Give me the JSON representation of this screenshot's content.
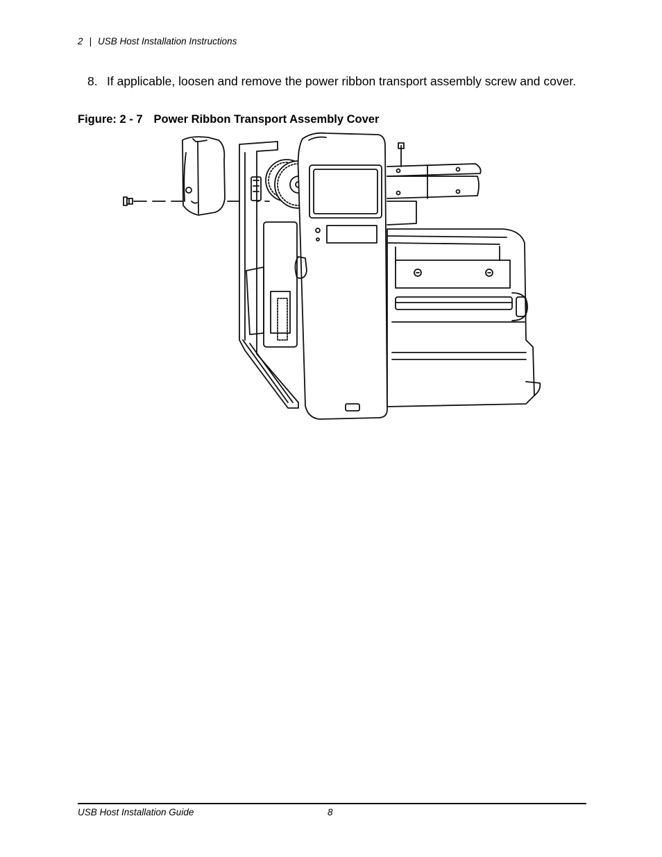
{
  "header": {
    "chapter_number": "2",
    "separator": "|",
    "section_title": "USB Host Installation Instructions"
  },
  "step": {
    "number": "8.",
    "text": "If applicable, loosen and remove the power ribbon transport assembly screw and cover."
  },
  "figure": {
    "label": "Figure: 2 - 7",
    "title": "Power Ribbon Transport Assembly Cover"
  },
  "footer": {
    "guide_title": "USB Host Installation Guide",
    "page_number": "8"
  }
}
